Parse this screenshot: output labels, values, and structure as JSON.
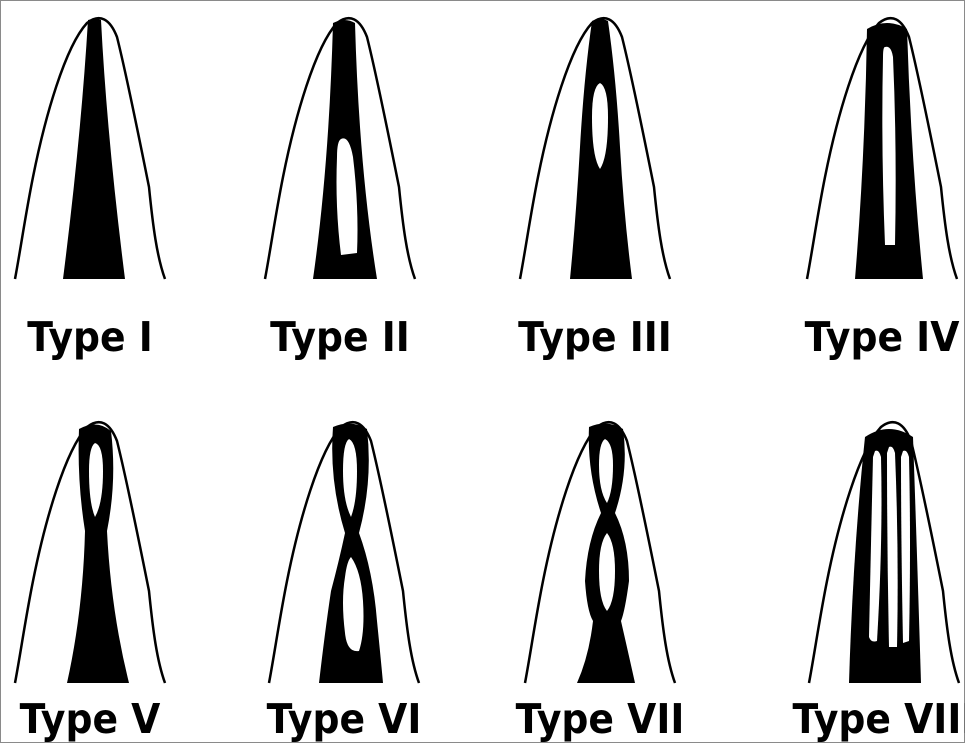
{
  "colors": {
    "canal": "#000000",
    "outline": "#000000",
    "background": "#ffffff"
  },
  "types": [
    {
      "label": "Type I",
      "pattern": "single canal"
    },
    {
      "label": "Type II",
      "pattern": "two canals joining into one"
    },
    {
      "label": "Type III",
      "pattern": "one canal dividing and rejoining"
    },
    {
      "label": "Type IV",
      "pattern": "two separate canals"
    },
    {
      "label": "Type V",
      "pattern": "one canal dividing into two"
    },
    {
      "label": "Type VI",
      "pattern": "two canals join, divide, and join again"
    },
    {
      "label": "Type VII",
      "pattern": "one canal divides, joins, divides, and joins again"
    },
    {
      "label": "Type VIII",
      "pattern": "three separate canals"
    }
  ]
}
